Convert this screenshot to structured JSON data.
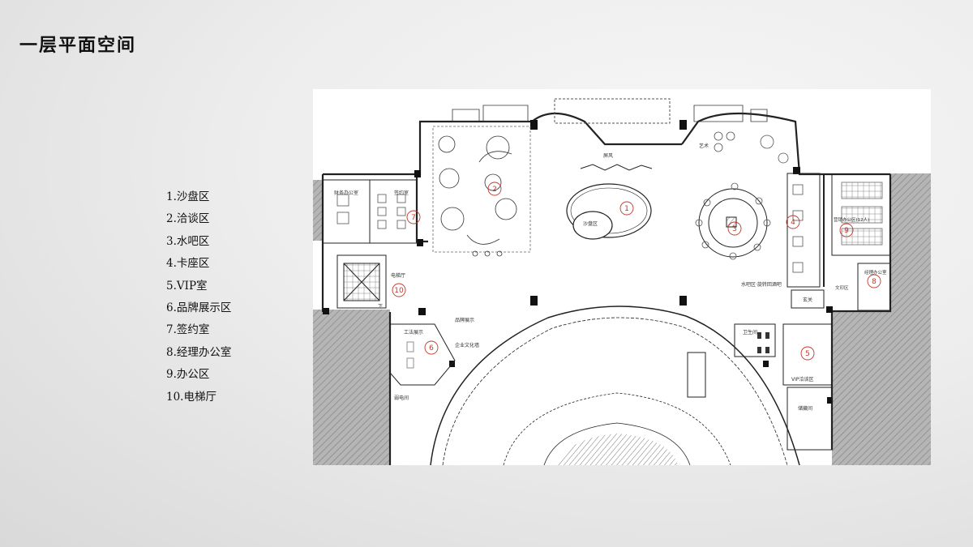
{
  "page": {
    "title": "一层平面空间"
  },
  "legend": [
    "1.沙盘区",
    "2.洽谈区",
    "3.水吧区",
    "4.卡座区",
    "5.VIP室",
    "6.品牌展示区",
    "7.签约室",
    "8.经理办公室",
    "9.办公区",
    "10.电梯厅"
  ],
  "plan": {
    "markers": [
      "1",
      "2",
      "3",
      "4",
      "5",
      "6",
      "7",
      "8",
      "9",
      "10"
    ],
    "labels": {
      "screen": "屏风",
      "sandtable": "沙盘区",
      "art": "艺术",
      "bar": "水吧区·旋转回酒吧",
      "xuanguan": "玄关",
      "elevator_hall": "电梯厅",
      "signing": "签约室",
      "finance": "财务办公室",
      "brand": "品牌展示",
      "product": "工法展示",
      "culture": "企业文化墙",
      "sales_office": "营销办公区(12人)",
      "manager": "经理办公室",
      "print": "文印区",
      "wc": "卫生间",
      "vip": "VIP洽谈区",
      "storage": "储藏间",
      "weak": "弱电间",
      "down": "下"
    },
    "colors": {
      "marker": "#c0392b",
      "hatch": "#9a9a9a",
      "line": "#222222"
    }
  }
}
